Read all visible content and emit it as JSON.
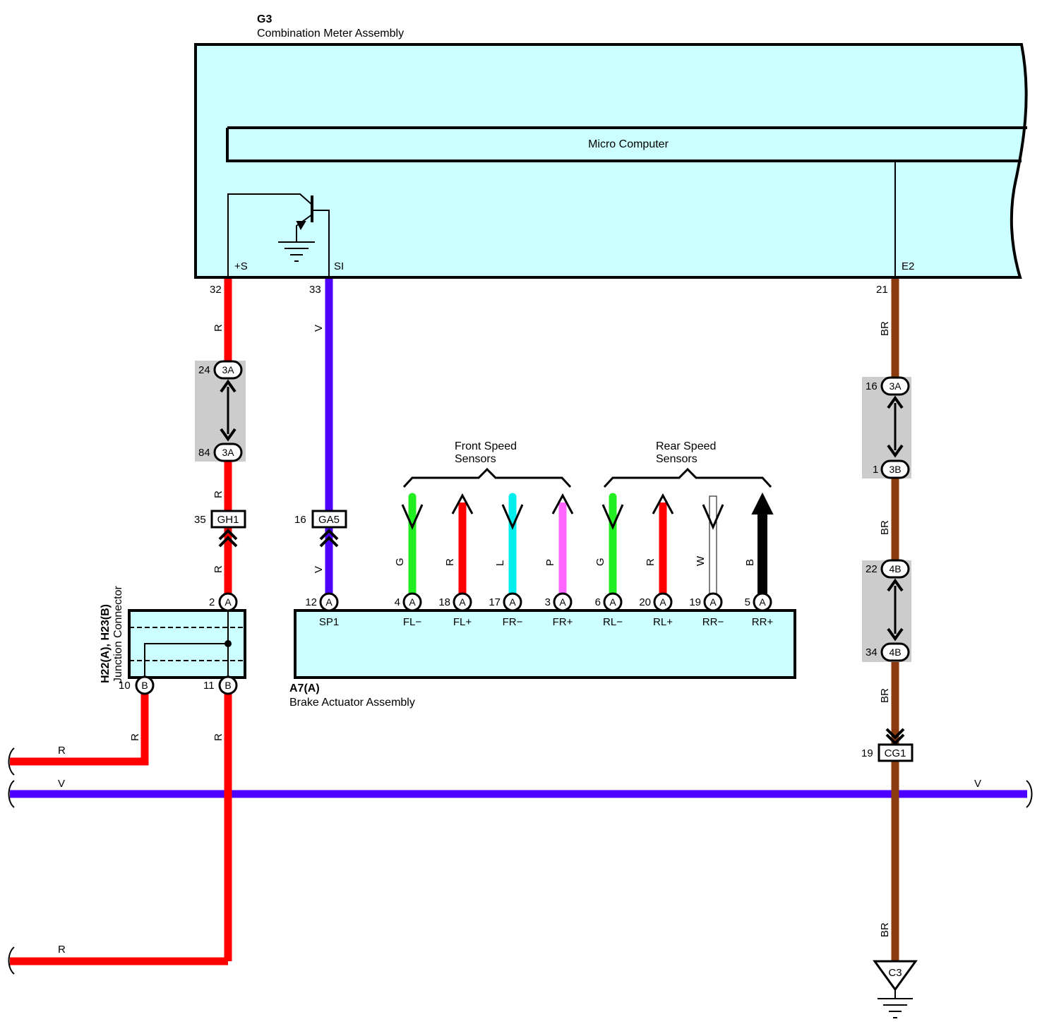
{
  "colors": {
    "box_fill": "#ccffff",
    "outline": "#000000",
    "red": "#ff0000",
    "violet": "#4d00ff",
    "brown": "#8b3a10",
    "green": "#22ee22",
    "cyan": "#00eeee",
    "pink": "#ff66ff",
    "black": "#000000",
    "white": "#ffffff",
    "grey_block": "#cccccc"
  },
  "meter": {
    "code": "G3",
    "name": "Combination Meter Assembly",
    "micro": "Micro Computer",
    "terminals": [
      {
        "label": "+S",
        "pin": "32",
        "wire": "R"
      },
      {
        "label": "SI",
        "pin": "33",
        "wire": "V"
      },
      {
        "label": "E2",
        "pin": "21",
        "wire": "BR"
      }
    ]
  },
  "actuator": {
    "code": "A7(A)",
    "name": "Brake Actuator Assembly",
    "front_group": {
      "line1": "Front Speed",
      "line2": "Sensors"
    },
    "rear_group": {
      "line1": "Rear Speed",
      "line2": "Sensors"
    },
    "terminals": [
      {
        "label": "SP1",
        "pin": "12",
        "letter": "A",
        "wire": "V",
        "color": "violet",
        "arrow": "none"
      },
      {
        "label": "FL−",
        "pin": "4",
        "letter": "A",
        "wire": "G",
        "color": "green",
        "arrow": "down"
      },
      {
        "label": "FL+",
        "pin": "18",
        "letter": "A",
        "wire": "R",
        "color": "red",
        "arrow": "up"
      },
      {
        "label": "FR−",
        "pin": "17",
        "letter": "A",
        "wire": "L",
        "color": "cyan",
        "arrow": "down"
      },
      {
        "label": "FR+",
        "pin": "3",
        "letter": "A",
        "wire": "P",
        "color": "pink",
        "arrow": "up"
      },
      {
        "label": "RL−",
        "pin": "6",
        "letter": "A",
        "wire": "G",
        "color": "green",
        "arrow": "down"
      },
      {
        "label": "RL+",
        "pin": "20",
        "letter": "A",
        "wire": "R",
        "color": "red",
        "arrow": "up"
      },
      {
        "label": "RR−",
        "pin": "19",
        "letter": "A",
        "wire": "W",
        "color": "white",
        "arrow": "down"
      },
      {
        "label": "RR+",
        "pin": "5",
        "letter": "A",
        "wire": "B",
        "color": "black",
        "arrow": "up"
      }
    ]
  },
  "junction": {
    "code": "H22(A), H23(B)",
    "name": "Junction Connector",
    "top_pin": "2",
    "top_letter": "A",
    "bottom_pins": [
      {
        "pin": "10",
        "letter": "B"
      },
      {
        "pin": "11",
        "letter": "B"
      }
    ]
  },
  "inline_connectors": {
    "gh1": {
      "pin": "35",
      "label": "GH1"
    },
    "ga5": {
      "pin": "16",
      "label": "GA5"
    },
    "cg1": {
      "pin": "19",
      "label": "CG1"
    },
    "plug_3a_top": {
      "pin": "24",
      "letter": "3A"
    },
    "plug_3a_bottom": {
      "pin": "84",
      "letter": "3A"
    },
    "plug_right_3a": {
      "pin": "16",
      "letter": "3A"
    },
    "plug_right_3b": {
      "pin": "1",
      "letter": "3B"
    },
    "plug_right_4b_top": {
      "pin": "22",
      "letter": "4B"
    },
    "plug_right_4b_bottom": {
      "pin": "34",
      "letter": "4B"
    }
  },
  "ground": {
    "label": "C3"
  },
  "wire_codes": {
    "red": "R",
    "violet": "V",
    "brown": "BR"
  }
}
